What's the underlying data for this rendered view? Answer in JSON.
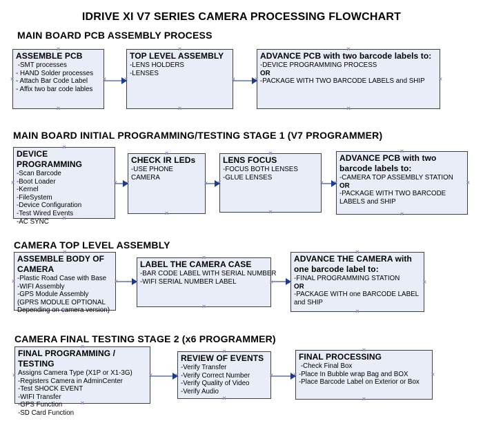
{
  "title": "IDRIVE XI V7 SERIES CAMERA PROCESSING FLOWCHART",
  "glyphs": {
    "connection_point": "×"
  },
  "colors": {
    "background": "#ffffff",
    "box_fill": "#e8edf7",
    "box_border": "#3f3f3f",
    "arrow_line": "#8593c6",
    "arrow_head": "#1c3993",
    "handle": "#8585ad",
    "text": "#000000"
  },
  "sections": [
    {
      "heading": "MAIN BOARD PCB ASSEMBLY PROCESS",
      "boxes": [
        {
          "title": "ASSEMBLE PCB",
          "items": [
            " -SMT processes",
            "- HAND Solder processes",
            "- Attach Bar Code Label",
            "- Affix two bar code lables"
          ]
        },
        {
          "title": "TOP LEVEL ASSEMBLY",
          "items": [
            "-LENS HOLDERS",
            "-LENSES"
          ]
        },
        {
          "title": "ADVANCE PCB with two barcode labels to:",
          "items": [
            "-DEVICE PROGRAMMING PROCESS",
            "OR",
            "-PACKAGE WITH TWO BARCODE LABELS and SHIP"
          ]
        }
      ]
    },
    {
      "heading": "MAIN BOARD INITIAL PROGRAMMING/TESTING STAGE 1 (V7 PROGRAMMER)",
      "boxes": [
        {
          "title": "DEVICE PROGRAMMING",
          "items": [
            "-Scan Barcode",
            "-Boot Loader",
            "-Kernel",
            "-FileSystem",
            "-Device Configuration",
            "-Test Wired Events",
            "-AC SYNC"
          ]
        },
        {
          "title": "CHECK IR LEDs",
          "items": [
            "-USE PHONE CAMERA"
          ]
        },
        {
          "title": "LENS FOCUS",
          "items": [
            "-FOCUS BOTH LENSES",
            "-GLUE LENSES"
          ]
        },
        {
          "title": "ADVANCE PCB with two barcode labels to:",
          "items": [
            "-CAMERA TOP ASSEMBLY STATION",
            "OR",
            "-PACKAGE WITH TWO BARCODE LABELS and SHIP"
          ]
        }
      ]
    },
    {
      "heading": "CAMERA TOP LEVEL ASSEMBLY",
      "boxes": [
        {
          "title": "ASSEMBLE BODY OF CAMERA",
          "items": [
            "-Plastic Road Case with Base",
            "-WIFI Assembly",
            "-GPS Module Assembly",
            "(GPRS MODULE OPTIONAL",
            "Depending on camera version)"
          ]
        },
        {
          "title": "LABEL THE CAMERA CASE",
          "items": [
            "-BAR CODE LABEL WITH SERIAL NUMBER",
            "-WIFI SERIAL NUMBER LABEL"
          ]
        },
        {
          "title": "ADVANCE THE CAMERA with one barcode label to:",
          "items": [
            "-FINAL PROGRAMMING STATION",
            "OR",
            "-PACKAGE WITH one BARCODE LABEL and SHIP"
          ]
        }
      ]
    },
    {
      "heading": "CAMERA FINAL TESTING STAGE 2 (x6 PROGRAMMER)",
      "boxes": [
        {
          "title": "FINAL PROGRAMMING / TESTING",
          "items": [
            "Assigns Camera Type (X1P or X1-3G)",
            "-Registers Camera in AdminCenter",
            "-Test SHOCK EVENT",
            "-WIFI Transfer",
            "-GPS Function",
            "-SD Card Function"
          ]
        },
        {
          "title": "REVIEW OF EVENTS",
          "items": [
            "-Verify Transfer",
            "-Verify Correct Number",
            "-Verify Quality of Video",
            "-Verify Audio"
          ]
        },
        {
          "title": "FINAL PROCESSING",
          "items": [
            " -Check Final Box",
            "-Place In Bubble wrap Bag and BOX",
            "-Place Barcode Label on Exterior or Box"
          ]
        }
      ]
    }
  ]
}
